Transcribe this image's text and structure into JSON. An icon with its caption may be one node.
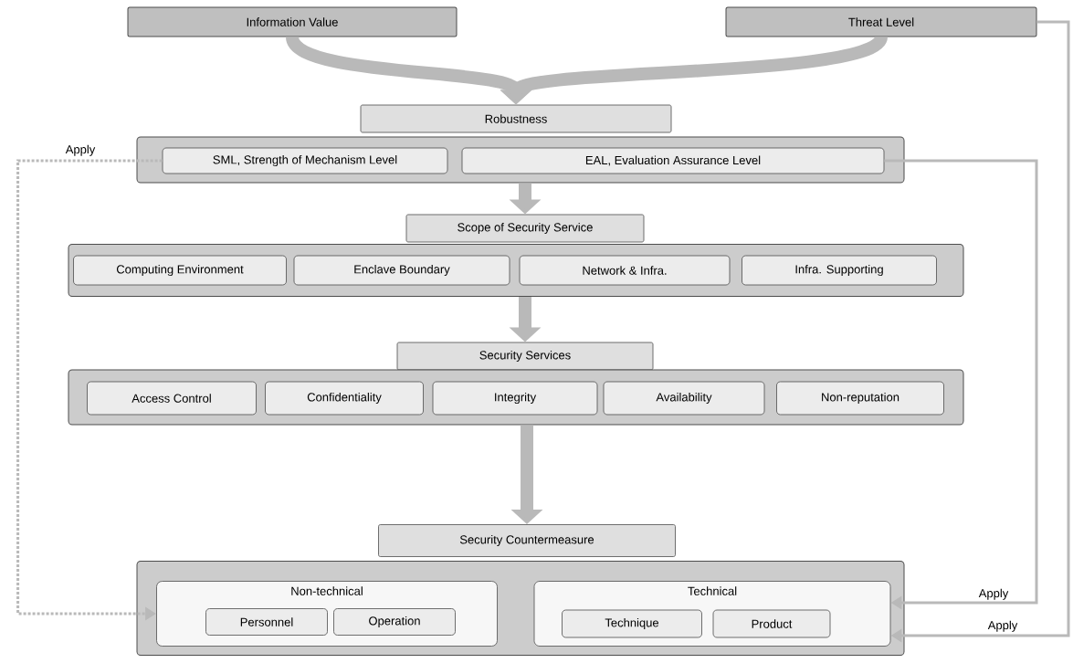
{
  "diagram": {
    "nodes": [
      {
        "text": [
          "Information Value"
        ]
      },
      {
        "text": [
          "Threat Level"
        ]
      },
      {
        "text": [
          "Robustness"
        ]
      },
      {
        "text": [],
        "shape": "box"
      },
      {
        "text": [
          "SML, Strength of Mechanism Level"
        ],
        "in": 3
      },
      {
        "text": [
          "EAL, Evaluation Assurance Level"
        ],
        "in": 3
      },
      {
        "text": [
          "Scope of Security Service"
        ]
      },
      {
        "text": [],
        "shape": "box"
      },
      {
        "text": [
          "Computing Environment"
        ],
        "in": 7
      },
      {
        "text": [
          "Enclave Boundary"
        ],
        "in": 7
      },
      {
        "text": [
          "Network & Infra."
        ],
        "in": 7
      },
      {
        "text": [
          "Infra. Supporting"
        ],
        "in": 7
      },
      {
        "text": [
          "Security Services"
        ]
      },
      {
        "text": [],
        "shape": "box"
      },
      {
        "text": [
          "Access Control"
        ],
        "in": 13
      },
      {
        "text": [
          "Confidentiality"
        ],
        "in": 13
      },
      {
        "text": [
          "Integrity"
        ],
        "in": 13
      },
      {
        "text": [
          "Availability"
        ],
        "in": 13
      },
      {
        "text": [
          "Non-reputation"
        ],
        "in": 13
      },
      {
        "text": [
          "Security Countermeasure"
        ]
      },
      {
        "text": [],
        "shape": "box"
      },
      {
        "text": [
          "Non-technical"
        ],
        "in": 20
      },
      {
        "text": [
          "Personnel"
        ],
        "in": 21
      },
      {
        "text": [
          "Operation"
        ],
        "in": 21
      },
      {
        "text": [
          "Technical"
        ],
        "in": 20
      },
      {
        "text": [
          "Technique"
        ],
        "in": 24
      },
      {
        "text": [
          "Product"
        ],
        "in": 24
      }
    ],
    "edges": [
      {
        "from": 0,
        "to": 2,
        "arrow": "to"
      },
      {
        "from": 1,
        "to": 2,
        "arrow": "to"
      },
      {
        "from": 3,
        "to": 6,
        "arrow": "to"
      },
      {
        "from": 7,
        "to": 12,
        "arrow": "to"
      },
      {
        "from": 13,
        "to": 19,
        "arrow": "to"
      },
      {
        "from": 4,
        "to": 21,
        "arrow": "to",
        "style": "dashed",
        "label": "Apply"
      },
      {
        "from": 5,
        "to": 24,
        "arrow": "to",
        "label": "Apply"
      },
      {
        "from": 1,
        "to": 24,
        "arrow": "to",
        "label": "Apply"
      }
    ]
  }
}
